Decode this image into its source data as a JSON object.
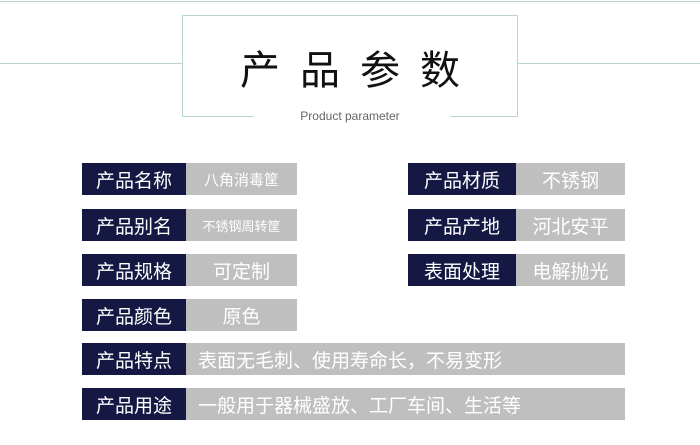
{
  "header": {
    "title": "产品参数",
    "subtitle": "Product parameter"
  },
  "left": [
    {
      "label": "产品名称",
      "value": "八角消毒筐"
    },
    {
      "label": "产品别名",
      "value": "不锈钢周转筐"
    },
    {
      "label": "产品规格",
      "value": "可定制"
    },
    {
      "label": "产品颜色",
      "value": "原色"
    }
  ],
  "right": [
    {
      "label": "产品材质",
      "value": "不锈钢"
    },
    {
      "label": "产品产地",
      "value": "河北安平"
    },
    {
      "label": "表面处理",
      "value": "电解抛光"
    }
  ],
  "wide": [
    {
      "label": "产品特点",
      "value": "表面无毛刺、使用寿命长，不易变形"
    },
    {
      "label": "产品用途",
      "value": "一般用于器械盛放、工厂车间、生活等"
    }
  ],
  "colors": {
    "label_bg": "#141843",
    "value_bg": "#bfbfbf",
    "line": "#b9d2d4"
  }
}
